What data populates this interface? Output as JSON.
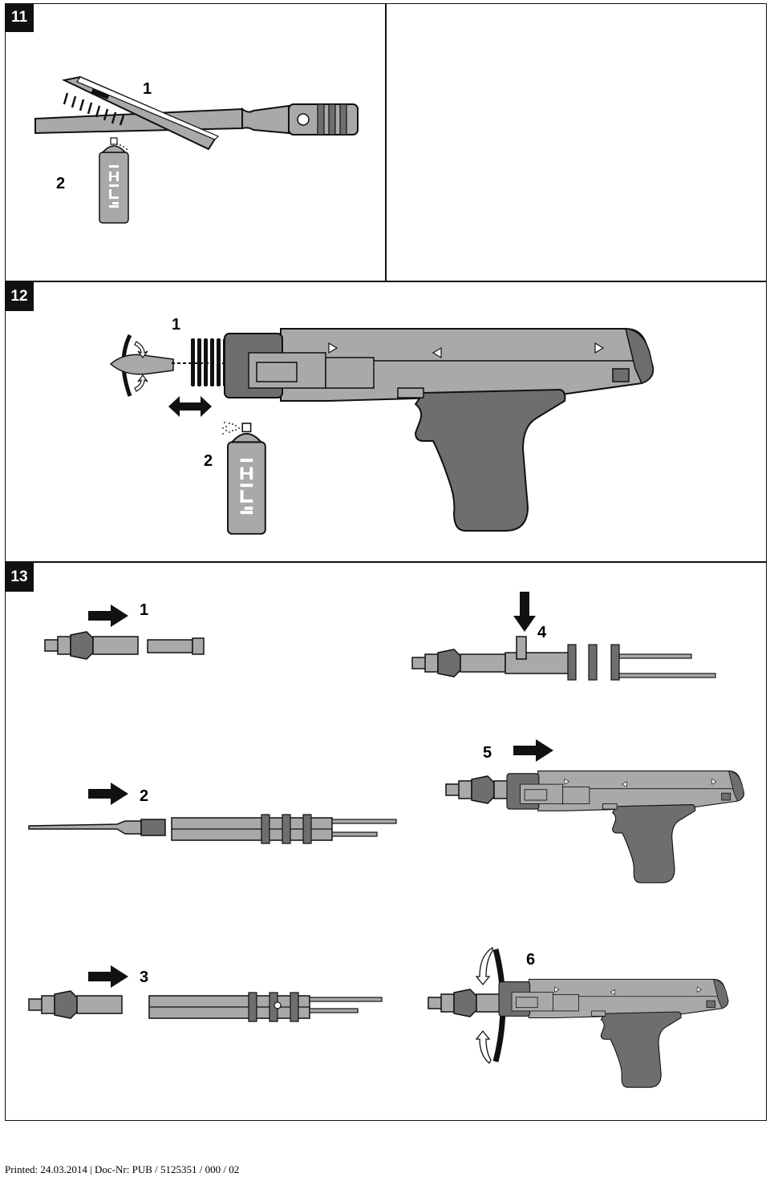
{
  "panels": {
    "p11": {
      "number": "11",
      "steps": [
        "1",
        "2"
      ]
    },
    "p12": {
      "number": "12",
      "steps": [
        "1",
        "2"
      ]
    },
    "p13": {
      "number": "13",
      "steps": [
        "1",
        "2",
        "3",
        "4",
        "5",
        "6"
      ]
    }
  },
  "brand": {
    "can_logo": "HILTI"
  },
  "footer": {
    "text": "Printed: 24.03.2014 | Doc-Nr: PUB / 5125351 / 000 / 02"
  },
  "colors": {
    "metal": "#a9a9a9",
    "dark": "#6e6e6e",
    "outline": "#111111"
  }
}
